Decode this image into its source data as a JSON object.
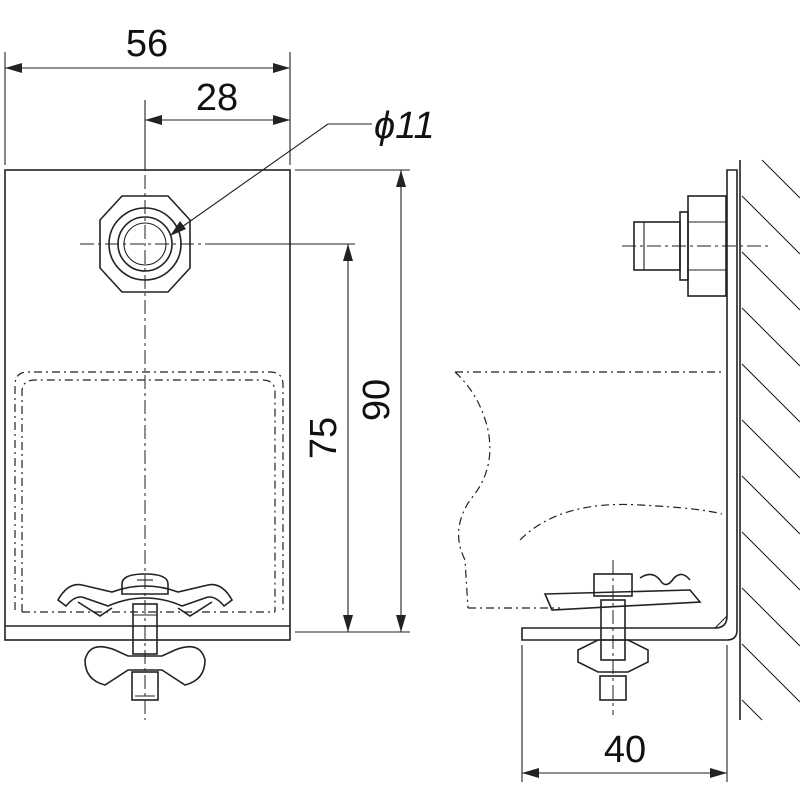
{
  "dimensions": {
    "overall_width": "56",
    "hole_offset": "28",
    "hole_diameter": "ϕ11",
    "hole_to_bottom": "75",
    "overall_height": "90",
    "foot_length": "40"
  },
  "colors": {
    "line": "#222222",
    "background": "#ffffff"
  }
}
